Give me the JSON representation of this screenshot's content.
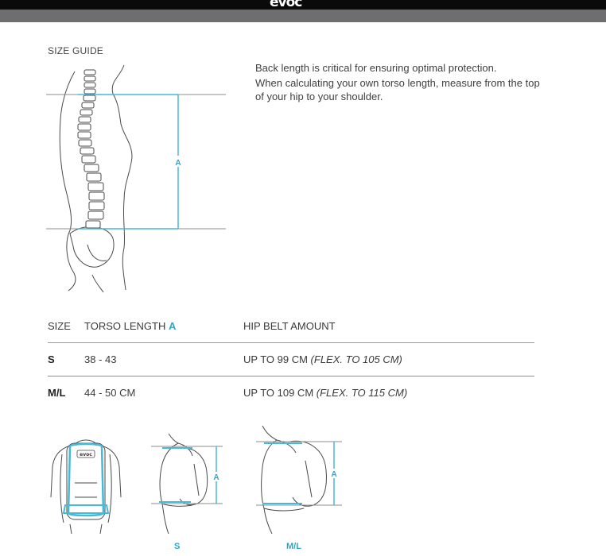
{
  "header": {
    "brand": "evoc"
  },
  "size_guide": {
    "heading": "SIZE GUIDE",
    "measure_label": "A",
    "description": [
      "Back length is critical for ensuring optimal protection.",
      "When calculating your own torso length, measure from the top of your hip to your shoulder."
    ]
  },
  "table": {
    "columns": {
      "size": "SIZE",
      "torso": "TORSO LENGTH",
      "torso_accent": "A",
      "hip": "HIP BELT AMOUNT"
    },
    "rows": [
      {
        "size": "S",
        "torso": "38 - 43",
        "hip": "UP TO 99 CM",
        "hip_flex": "(FLEX. TO 105 CM)"
      },
      {
        "size": "M/L",
        "torso": "44 - 50 CM",
        "hip": "UP TO 109 CM",
        "hip_flex": "(FLEX. TO 115 CM)"
      }
    ]
  },
  "illustrations": {
    "back_logo": "evoc",
    "measure_label": "A",
    "labels": [
      "S",
      "M/L"
    ]
  },
  "colors": {
    "accent": "#46b9d6",
    "topbar": "#0a0a0a",
    "graybar": "#6e6e70",
    "line": "#8c8c8c"
  }
}
